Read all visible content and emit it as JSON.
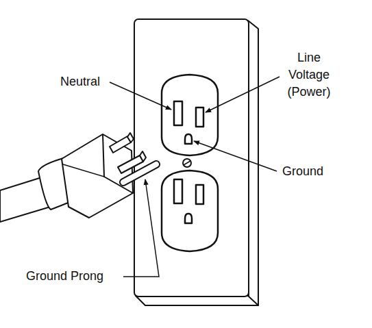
{
  "diagram": {
    "labels": [
      "Neutral",
      "Line Voltage (Power)",
      "Ground",
      "Ground Prong"
    ]
  }
}
